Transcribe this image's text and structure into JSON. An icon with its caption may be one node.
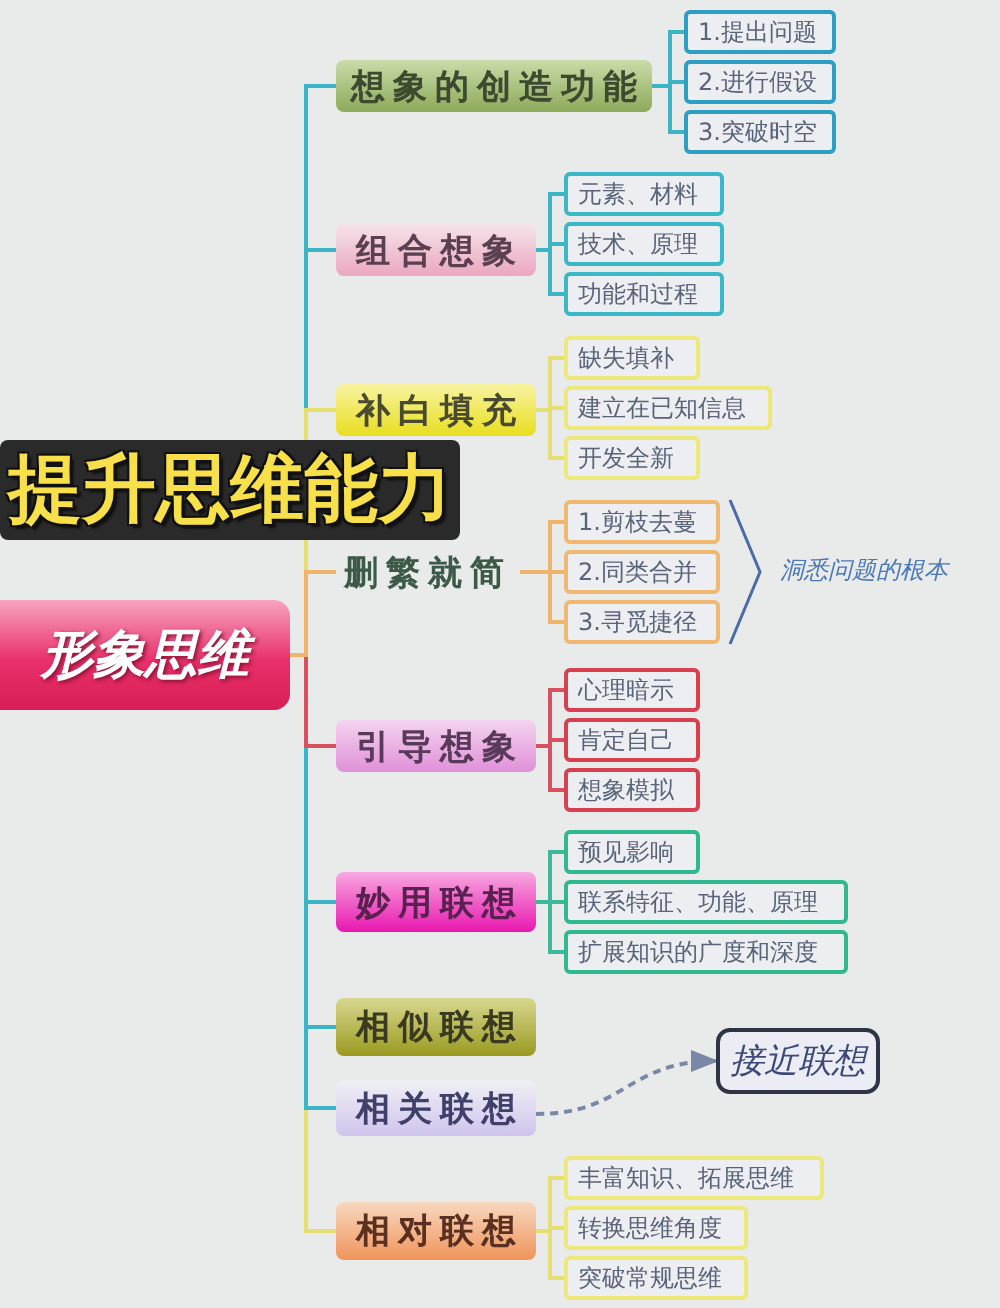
{
  "diagram": {
    "title": "提升思维能力",
    "nodes": [
      {
        "text": [
          "形象思维"
        ]
      },
      {
        "text": [
          "想象的创造功能"
        ]
      },
      {
        "text": [
          "1.提出问题"
        ]
      },
      {
        "text": [
          "2.进行假设"
        ]
      },
      {
        "text": [
          "3.突破时空"
        ]
      },
      {
        "text": [
          "组合想象"
        ]
      },
      {
        "text": [
          "元素、材料"
        ]
      },
      {
        "text": [
          "技术、原理"
        ]
      },
      {
        "text": [
          "功能和过程"
        ]
      },
      {
        "text": [
          "补白填充"
        ]
      },
      {
        "text": [
          "缺失填补"
        ]
      },
      {
        "text": [
          "建立在已知信息"
        ]
      },
      {
        "text": [
          "开发全新"
        ]
      },
      {
        "text": [
          "删繁就简"
        ]
      },
      {
        "text": [
          "1.剪枝去蔓"
        ]
      },
      {
        "text": [
          "2.同类合并"
        ]
      },
      {
        "text": [
          "3.寻觅捷径"
        ]
      },
      {
        "text": [
          "引导想象"
        ]
      },
      {
        "text": [
          "心理暗示"
        ]
      },
      {
        "text": [
          "肯定自己"
        ]
      },
      {
        "text": [
          "想象模拟"
        ]
      },
      {
        "text": [
          "妙用联想"
        ]
      },
      {
        "text": [
          "预见影响"
        ]
      },
      {
        "text": [
          "联系特征、功能、原理"
        ]
      },
      {
        "text": [
          "扩展知识的广度和深度"
        ]
      },
      {
        "text": [
          "相似联想"
        ]
      },
      {
        "text": [
          "相关联想"
        ]
      },
      {
        "text": [
          "接近联想"
        ]
      },
      {
        "text": [
          "相对联想"
        ]
      },
      {
        "text": [
          "丰富知识、拓展思维"
        ]
      },
      {
        "text": [
          "转换思维角度"
        ]
      },
      {
        "text": [
          "突破常规思维"
        ]
      }
    ],
    "edges": [
      {
        "from": 0,
        "to": 1,
        "arrow": "none"
      },
      {
        "from": 0,
        "to": 5,
        "arrow": "none"
      },
      {
        "from": 0,
        "to": 9,
        "arrow": "none",
        "color": "#e6df72"
      },
      {
        "from": 0,
        "to": 13,
        "arrow": "none",
        "color": "#f0b46a"
      },
      {
        "from": 0,
        "to": 17,
        "arrow": "none",
        "color": "#d9505e"
      },
      {
        "from": 0,
        "to": 21,
        "arrow": "none"
      },
      {
        "from": 0,
        "to": 25,
        "arrow": "none"
      },
      {
        "from": 0,
        "to": 26,
        "arrow": "none"
      },
      {
        "from": 0,
        "to": 28,
        "arrow": "none",
        "color": "#e6df72"
      },
      {
        "from": 1,
        "to": 2,
        "arrow": "none"
      },
      {
        "from": 1,
        "to": 3,
        "arrow": "none"
      },
      {
        "from": 1,
        "to": 4,
        "arrow": "none"
      },
      {
        "from": 5,
        "to": 6,
        "arrow": "none"
      },
      {
        "from": 5,
        "to": 7,
        "arrow": "none"
      },
      {
        "from": 5,
        "to": 8,
        "arrow": "none"
      },
      {
        "from": 9,
        "to": 10,
        "arrow": "none",
        "color": "#e6df72"
      },
      {
        "from": 9,
        "to": 11,
        "arrow": "none",
        "color": "#e6df72"
      },
      {
        "from": 9,
        "to": 12,
        "arrow": "none",
        "color": "#e6df72"
      },
      {
        "from": 13,
        "to": 14,
        "arrow": "none",
        "color": "#f0b46a"
      },
      {
        "from": 13,
        "to": 15,
        "arrow": "none",
        "color": "#f0b46a"
      },
      {
        "from": 13,
        "to": 16,
        "arrow": "none",
        "color": "#f0b46a"
      },
      {
        "from": 17,
        "to": 18,
        "arrow": "none",
        "color": "#d9505e"
      },
      {
        "from": 17,
        "to": 19,
        "arrow": "none",
        "color": "#d9505e"
      },
      {
        "from": 17,
        "to": 20,
        "arrow": "none",
        "color": "#d9505e"
      },
      {
        "from": 21,
        "to": 22,
        "arrow": "none",
        "color": "#3cb89a"
      },
      {
        "from": 21,
        "to": 23,
        "arrow": "none",
        "color": "#3cb89a"
      },
      {
        "from": 21,
        "to": 24,
        "arrow": "none",
        "color": "#3cb89a"
      },
      {
        "from": 26,
        "to": 27,
        "arrow": "to",
        "style": "dashed",
        "color": "#7a88a8"
      },
      {
        "from": 28,
        "to": 29,
        "arrow": "none",
        "color": "#e6df72"
      },
      {
        "from": 28,
        "to": 30,
        "arrow": "none",
        "color": "#e6df72"
      },
      {
        "from": 28,
        "to": 31,
        "arrow": "none",
        "color": "#e6df72"
      }
    ],
    "labels": [
      "洞悉问题的根本"
    ]
  }
}
